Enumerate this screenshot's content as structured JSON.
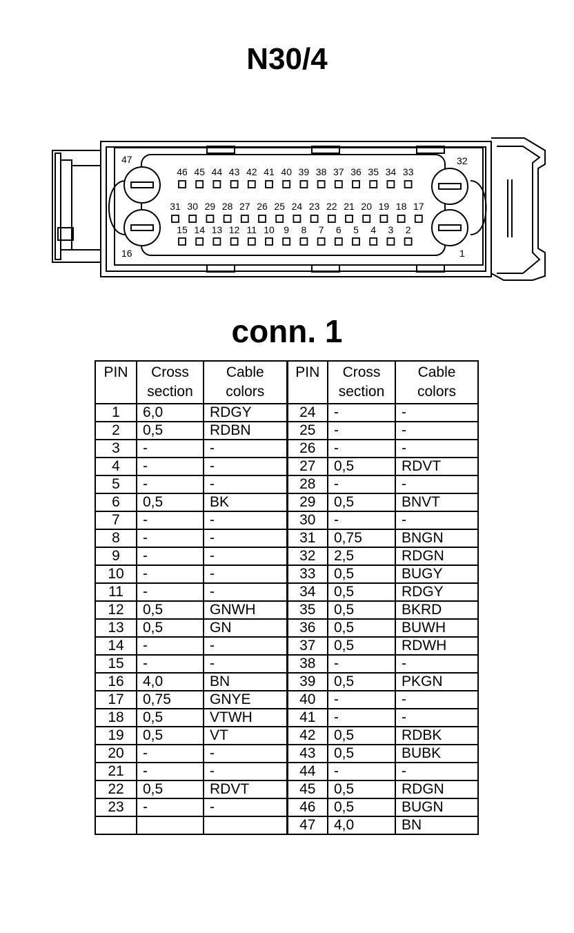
{
  "title": "N30/4",
  "connector_label": "conn. 1",
  "connector": {
    "row_top": [
      "46",
      "45",
      "44",
      "43",
      "42",
      "41",
      "40",
      "39",
      "38",
      "37",
      "36",
      "35",
      "34",
      "33"
    ],
    "row_mid": [
      "31",
      "30",
      "29",
      "28",
      "27",
      "26",
      "25",
      "24",
      "23",
      "22",
      "21",
      "20",
      "19",
      "18",
      "17"
    ],
    "row_bot": [
      "15",
      "14",
      "13",
      "12",
      "11",
      "10",
      "9",
      "8",
      "7",
      "6",
      "5",
      "4",
      "3",
      "2"
    ],
    "corner_labels": {
      "top_left": "47",
      "top_right": "32",
      "bottom_left": "16",
      "bottom_right": "1"
    }
  },
  "table": {
    "headers": [
      "PIN",
      "Cross section",
      "Cable colors",
      "PIN",
      "Cross section",
      "Cable colors"
    ],
    "rows": [
      [
        "1",
        "6,0",
        "RDGY",
        "24",
        "-",
        "-"
      ],
      [
        "2",
        "0,5",
        "RDBN",
        "25",
        "-",
        "-"
      ],
      [
        "3",
        "-",
        "-",
        "26",
        "-",
        "-"
      ],
      [
        "4",
        "-",
        "-",
        "27",
        "0,5",
        "RDVT"
      ],
      [
        "5",
        "-",
        "-",
        "28",
        "-",
        "-"
      ],
      [
        "6",
        "0,5",
        "BK",
        "29",
        "0,5",
        "BNVT"
      ],
      [
        "7",
        "-",
        "-",
        "30",
        "-",
        "-"
      ],
      [
        "8",
        "-",
        "-",
        "31",
        "0,75",
        "BNGN"
      ],
      [
        "9",
        "-",
        "-",
        "32",
        "2,5",
        "RDGN"
      ],
      [
        "10",
        "-",
        "-",
        "33",
        "0,5",
        "BUGY"
      ],
      [
        "11",
        "-",
        "-",
        "34",
        "0,5",
        "RDGY"
      ],
      [
        "12",
        "0,5",
        "GNWH",
        "35",
        "0,5",
        "BKRD"
      ],
      [
        "13",
        "0,5",
        "GN",
        "36",
        "0,5",
        "BUWH"
      ],
      [
        "14",
        "-",
        "-",
        "37",
        "0,5",
        "RDWH"
      ],
      [
        "15",
        "-",
        "-",
        "38",
        "-",
        "-"
      ],
      [
        "16",
        "4,0",
        "BN",
        "39",
        "0,5",
        "PKGN"
      ],
      [
        "17",
        "0,75",
        "GNYE",
        "40",
        "-",
        "-"
      ],
      [
        "18",
        "0,5",
        "VTWH",
        "41",
        "-",
        "-"
      ],
      [
        "19",
        "0,5",
        "VT",
        "42",
        "0,5",
        "RDBK"
      ],
      [
        "20",
        "-",
        "-",
        "43",
        "0,5",
        "BUBK"
      ],
      [
        "21",
        "-",
        "-",
        "44",
        "-",
        "-"
      ],
      [
        "22",
        "0,5",
        "RDVT",
        "45",
        "0,5",
        "RDGN"
      ],
      [
        "23",
        "-",
        "-",
        "46",
        "0,5",
        "BUGN"
      ],
      [
        "",
        "",
        "",
        "47",
        "4,0",
        "BN"
      ]
    ]
  }
}
